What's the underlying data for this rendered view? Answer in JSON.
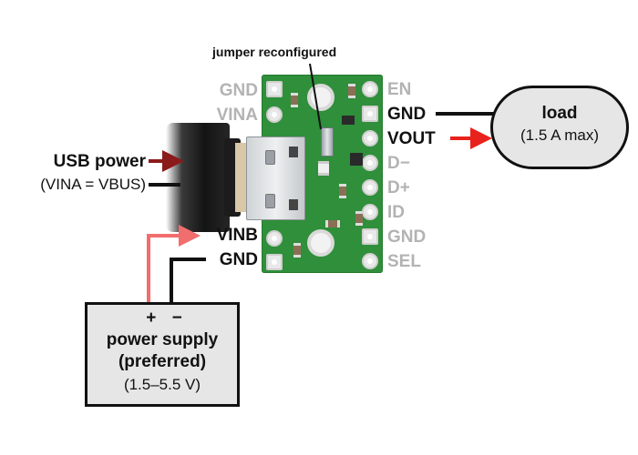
{
  "jumper_label": "jumper reconfigured",
  "usb_source": {
    "title": "USB power",
    "subtitle": "(VINA = VBUS)"
  },
  "left_pins": [
    {
      "label": "GND",
      "active": false
    },
    {
      "label": "VINA",
      "active": false
    },
    {
      "label": "VINB",
      "active": true
    },
    {
      "label": "GND",
      "active": true
    }
  ],
  "right_pins": [
    {
      "label": "EN",
      "active": false
    },
    {
      "label": "GND",
      "active": true
    },
    {
      "label": "VOUT",
      "active": true
    },
    {
      "label": "D−",
      "active": false
    },
    {
      "label": "D+",
      "active": false
    },
    {
      "label": "ID",
      "active": false
    },
    {
      "label": "GND",
      "active": false
    },
    {
      "label": "SEL",
      "active": false
    }
  ],
  "load": {
    "title": "load",
    "subtitle": "(1.5 A max)"
  },
  "power_supply": {
    "polarity": "+ −",
    "line1": "power supply",
    "line2": "(preferred)",
    "line3": "(1.5–5.5 V)"
  },
  "colors": {
    "pcb_green": "#2f8f3a",
    "usb_arrow": "#8b1a1a",
    "vout_arrow": "#e8221c",
    "vinb_wire": "#f26d6d",
    "ground_wire": "#111111",
    "inactive_label": "#b3b3b3",
    "box_fill": "#e6e6e7"
  }
}
